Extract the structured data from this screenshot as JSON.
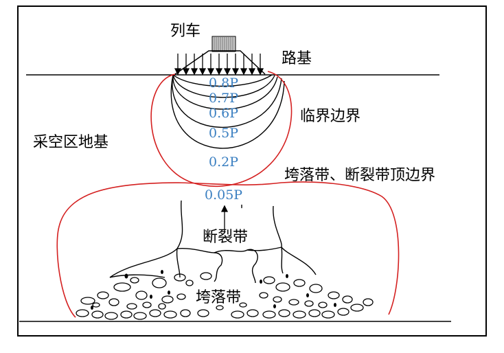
{
  "labels": {
    "train": "列车",
    "roadbed": "路基",
    "critical_boundary": "临界边界",
    "goaf_foundation": "采空区地基",
    "top_boundary": "垮落带、断裂带顶边界",
    "fracture_zone": "断裂带",
    "caving_zone": "垮落带"
  },
  "pressure_labels": [
    "0.8P",
    "0.7P",
    "0.6P",
    "0.5P",
    "0.2P",
    "0.05P"
  ],
  "colors": {
    "pressure_text": "#3a7fc1",
    "boundary_red": "#d42020",
    "line_black": "#000000",
    "train_box": "#bdbdbd"
  }
}
